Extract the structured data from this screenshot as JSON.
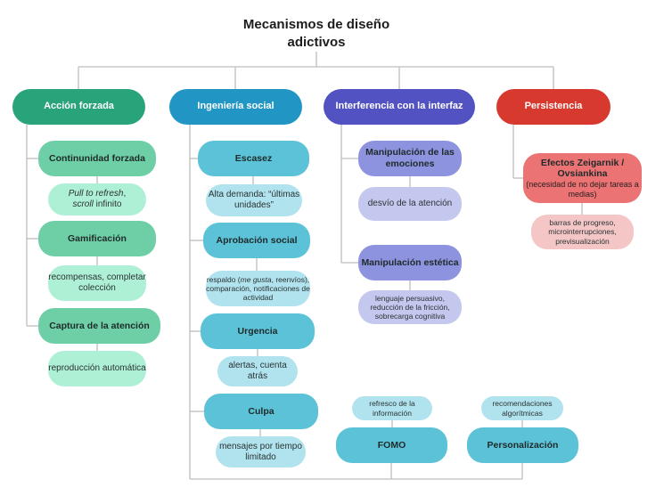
{
  "title": {
    "line1": "Mecanismos de diseño",
    "line2": "adictivos"
  },
  "colors": {
    "green_dark": "#28a37a",
    "green_mid": "#6ecfa6",
    "green_light": "#aef0d6",
    "blue_dark": "#2196c4",
    "blue_mid": "#5cc2d8",
    "blue_light": "#b1e3ee",
    "purple_dark": "#5352c3",
    "purple_mid": "#8d93de",
    "purple_light": "#c4c8ef",
    "red_dark": "#d7392e",
    "red_mid": "#ec7373",
    "red_light": "#f5c6c6"
  },
  "categories": {
    "accion_forzada": {
      "label": "Acción forzada",
      "items": [
        {
          "label": "Continunidad forzada",
          "detail": {
            "em1": "Pull to refresh",
            "text1": ",",
            "em2": "scroll",
            "text2": " infinito"
          }
        },
        {
          "label": "Gamificación",
          "detail": "recompensas, completar colección"
        },
        {
          "label": "Captura de la atención",
          "detail": "reproducción automática"
        }
      ]
    },
    "ingenieria_social": {
      "label": "Ingeniería social",
      "items": [
        {
          "label": "Escasez",
          "detail": "Alta demanda: “últimas unidades”"
        },
        {
          "label": "Aprobación social",
          "detail": {
            "text1": "respaldo (",
            "em1": "me gusta",
            "text2": ", reenvíos), comparación, notificaciones de actividad"
          }
        },
        {
          "label": "Urgencia",
          "detail": "alertas, cuenta atrás"
        },
        {
          "label": "Culpa",
          "detail": "mensajes por tiempo limitado"
        },
        {
          "label": "FOMO",
          "detail": "refresco de la información"
        },
        {
          "label": "Personalización",
          "detail": "recomendaciones algorítmicas"
        }
      ]
    },
    "interferencia": {
      "label": "Interferencia con la interfaz",
      "items": [
        {
          "label": "Manipulación de las emociones",
          "detail": "desvío de la atención"
        },
        {
          "label": "Manipulación estética",
          "detail": "lenguaje persuasivo, reducción de la fricción, sobrecarga cognitiva"
        }
      ]
    },
    "persistencia": {
      "label": "Persistencia",
      "items": [
        {
          "label": "Efectos Zeigarnik / Ovsiankina",
          "note": "(necesidad de no dejar tareas a medias)",
          "detail": "barras de progreso, microinterrupciones, previsualización"
        }
      ]
    }
  }
}
